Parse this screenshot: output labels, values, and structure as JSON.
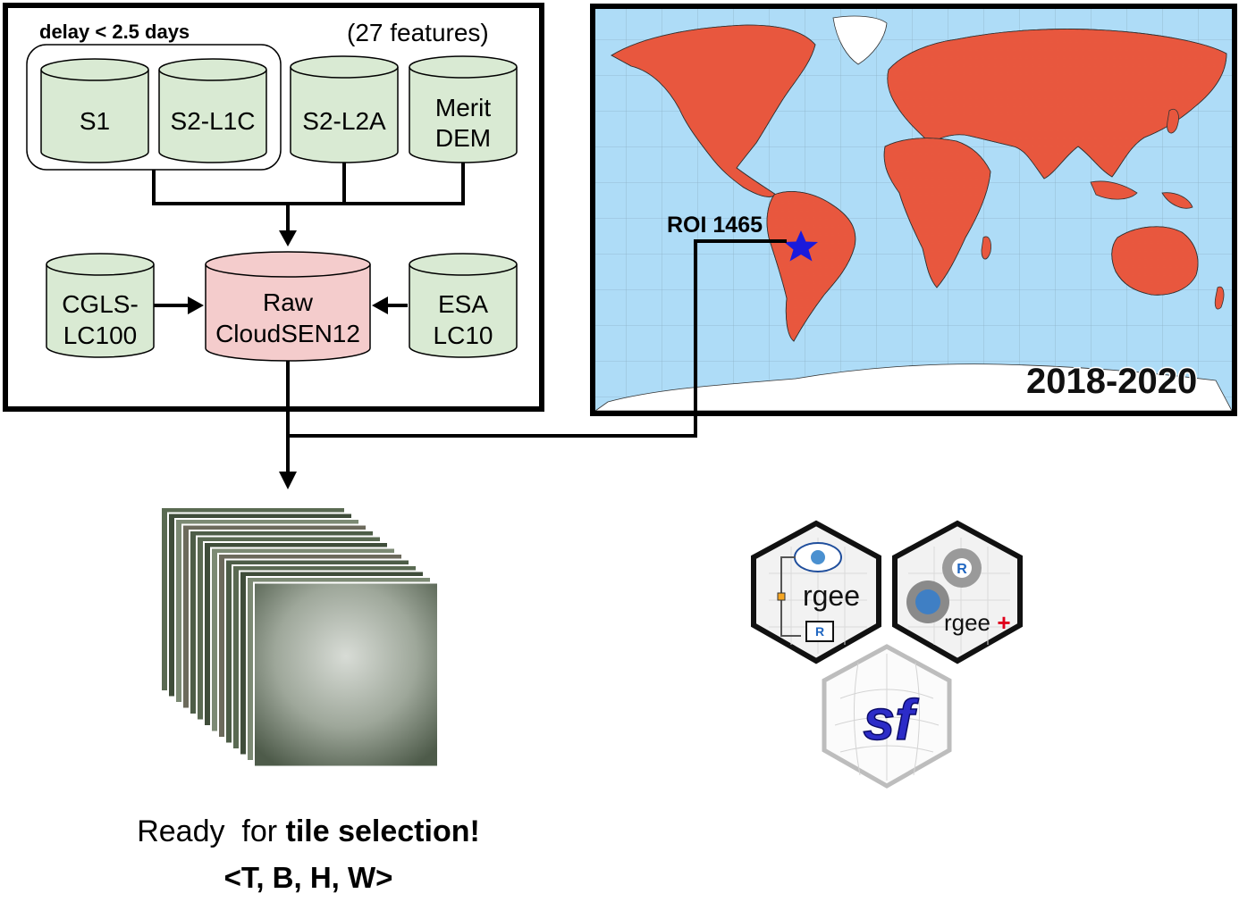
{
  "pipeline": {
    "delay_label": "delay < 2.5 days",
    "features_label": "(27 features)",
    "sources_top": [
      "S1",
      "S2-L1C",
      "S2-L2A",
      "Merit DEM"
    ],
    "left_source": [
      "CGLS-",
      "LC100"
    ],
    "center_db": [
      "Raw",
      "CloudSEN12"
    ],
    "right_source": [
      "ESA",
      "LC10"
    ]
  },
  "map": {
    "roi_label": "ROI 1465",
    "period_label": "2018-2020"
  },
  "logos": {
    "rgee": "rgee",
    "rgee_plus_text": "rgee",
    "rgee_plus_sign": "+",
    "sf": "sf",
    "r_letter": "R"
  },
  "caption": {
    "ready_prefix": "Ready  for ",
    "ready_bold": "tile selection!",
    "shape": "<T, B, H, W>"
  },
  "colors": {
    "green_db": "#d9ead3",
    "red_db": "#f4cccc",
    "ocean": "#aedcf7",
    "land": "#ffffff",
    "dots": "#e8573e",
    "star": "#1a1adc"
  }
}
